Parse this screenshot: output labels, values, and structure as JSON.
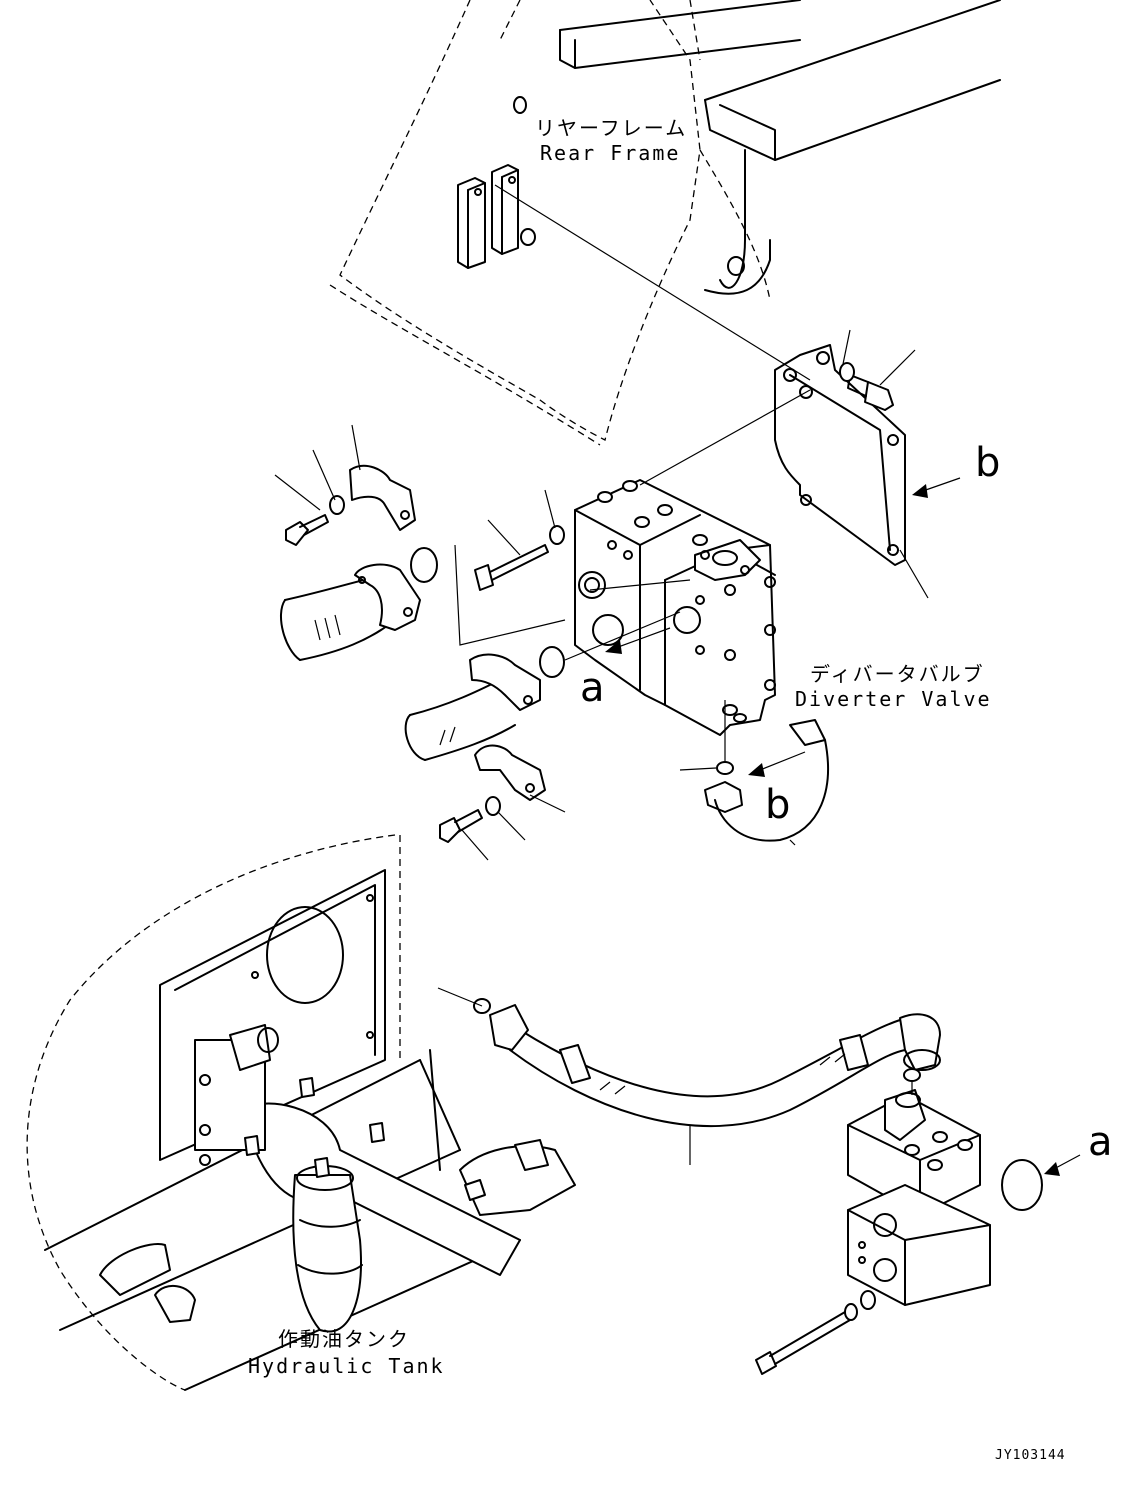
{
  "labels": {
    "rear_frame_jp": "リヤーフレーム",
    "rear_frame_en": "Rear Frame",
    "diverter_valve_jp": "ディバータバルブ",
    "diverter_valve_en": "Diverter Valve",
    "hydraulic_tank_jp": "作動油タンク",
    "hydraulic_tank_en": "Hydraulic Tank"
  },
  "markers": {
    "a_valve": "a",
    "a_bottom": "a",
    "b_plate": "b",
    "b_sensor": "b"
  },
  "drawing_code": "JY103144"
}
